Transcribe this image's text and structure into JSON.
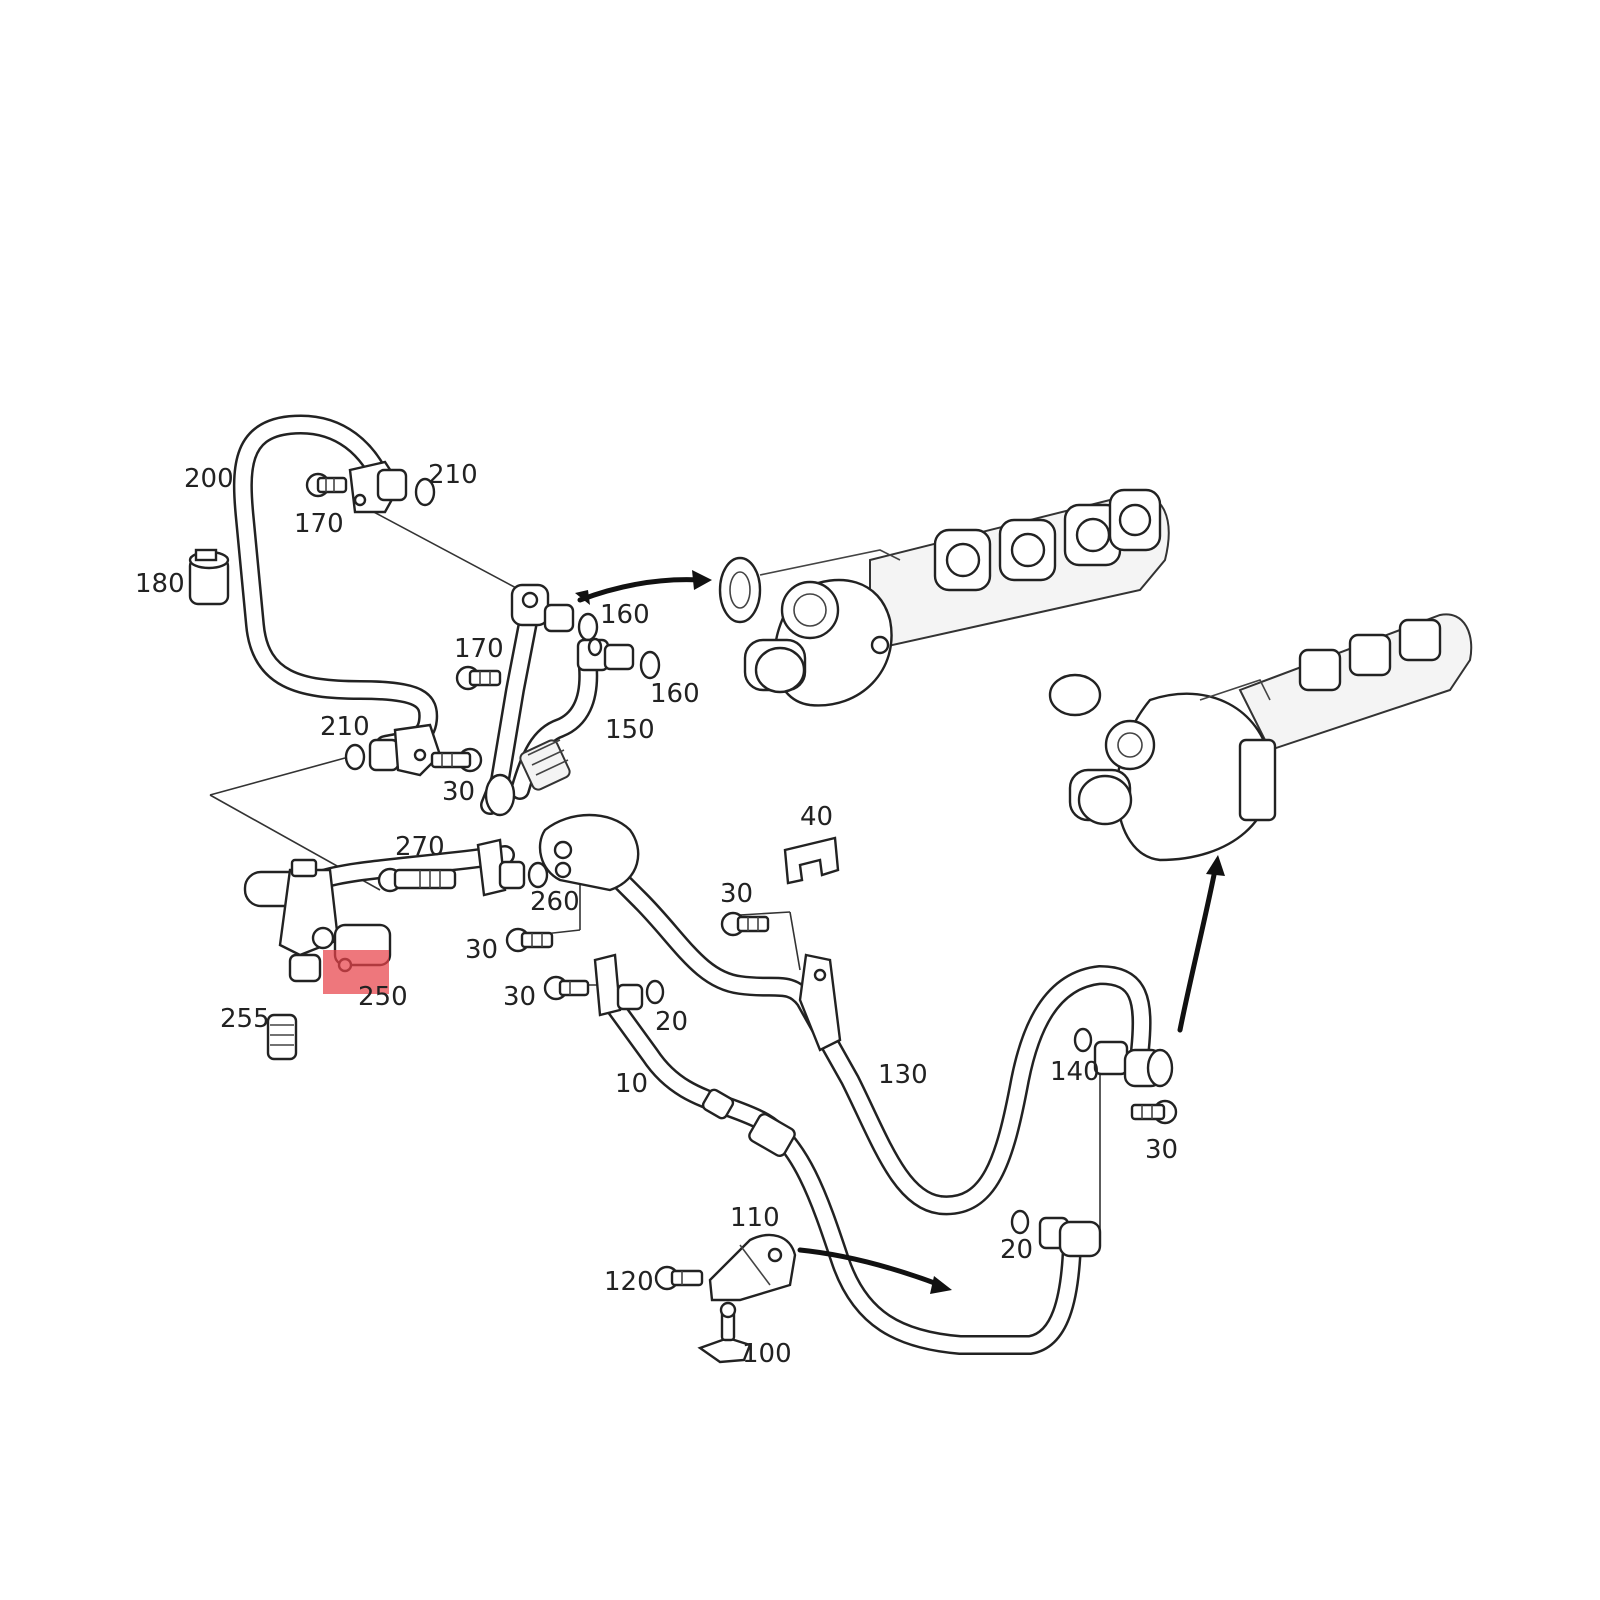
{
  "diagram": {
    "highlight_color": "#e8424a",
    "callouts": {
      "c200": "200",
      "c210a": "210",
      "c170a": "170",
      "c180": "180",
      "c160a": "160",
      "c170b": "170",
      "c160b": "160",
      "c150": "150",
      "c210b": "210",
      "c30a": "30",
      "c40": "40",
      "c270": "270",
      "c260": "260",
      "c30b": "30",
      "c30c": "30",
      "c30d": "30",
      "c250": "250",
      "c255": "255",
      "c20a": "20",
      "c10": "10",
      "c130": "130",
      "c140": "140",
      "c30e": "30",
      "c110": "110",
      "c120": "120",
      "c100": "100",
      "c20b": "20"
    }
  }
}
